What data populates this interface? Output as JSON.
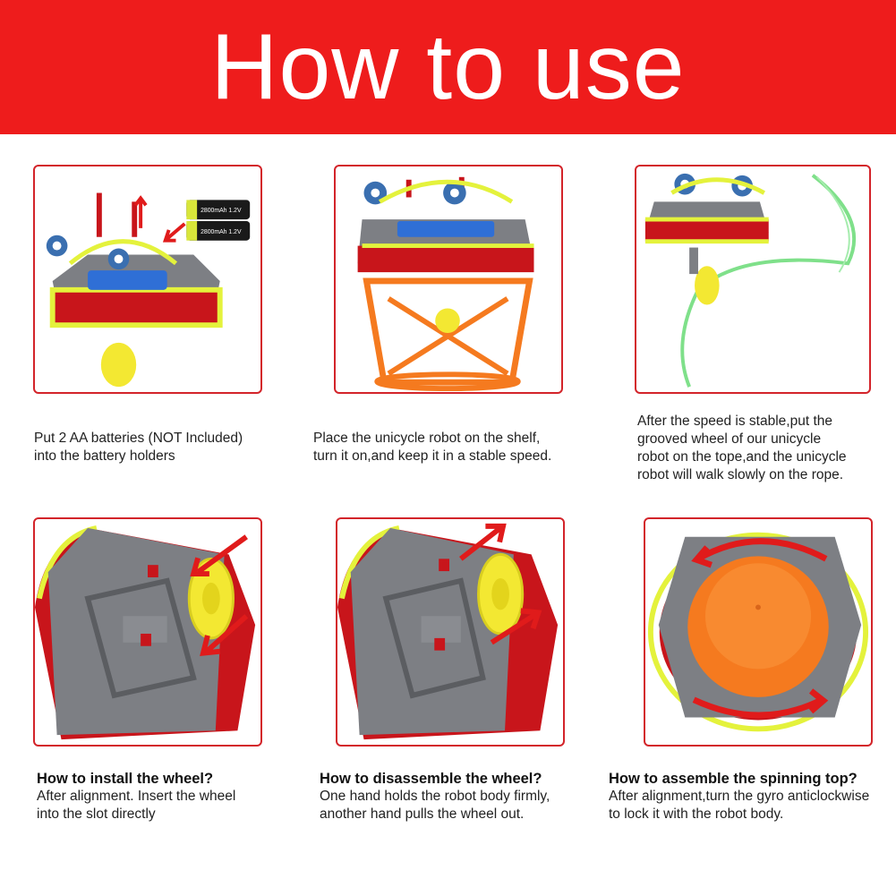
{
  "banner": {
    "title": "How to use"
  },
  "steps": [
    {
      "lines": [
        "Put 2 AA batteries (NOT Included)",
        "into the battery holders"
      ],
      "battery_label": "2800mAh 1.2V"
    },
    {
      "lines": [
        "Place the unicycle robot on the shelf,",
        "turn it on,and keep it in a stable speed."
      ]
    },
    {
      "lines": [
        "After the speed is stable,put the",
        "grooved wheel of our unicycle",
        "robot on the tope,and the unicycle",
        "robot will walk slowly on the rope."
      ]
    },
    {
      "question": "How to install the wheel?",
      "lines": [
        "After alignment. Insert the wheel",
        "into the slot directly"
      ]
    },
    {
      "question": "How to disassemble the wheel?",
      "lines": [
        "One hand holds the robot body firmly,",
        "another hand pulls the wheel out."
      ]
    },
    {
      "question": "How to assemble the spinning top?",
      "lines": [
        "After alignment,turn the gyro anticlockwise",
        "to lock it with the robot body."
      ]
    }
  ],
  "colors": {
    "banner": "#ee1c1c",
    "frame": "#d3242a",
    "robot_gray": "#7d7f84",
    "robot_yellow": "#e4f23c",
    "robot_red": "#c8151b",
    "stand_orange": "#f57a1f",
    "arrow_red": "#e01b1b"
  }
}
